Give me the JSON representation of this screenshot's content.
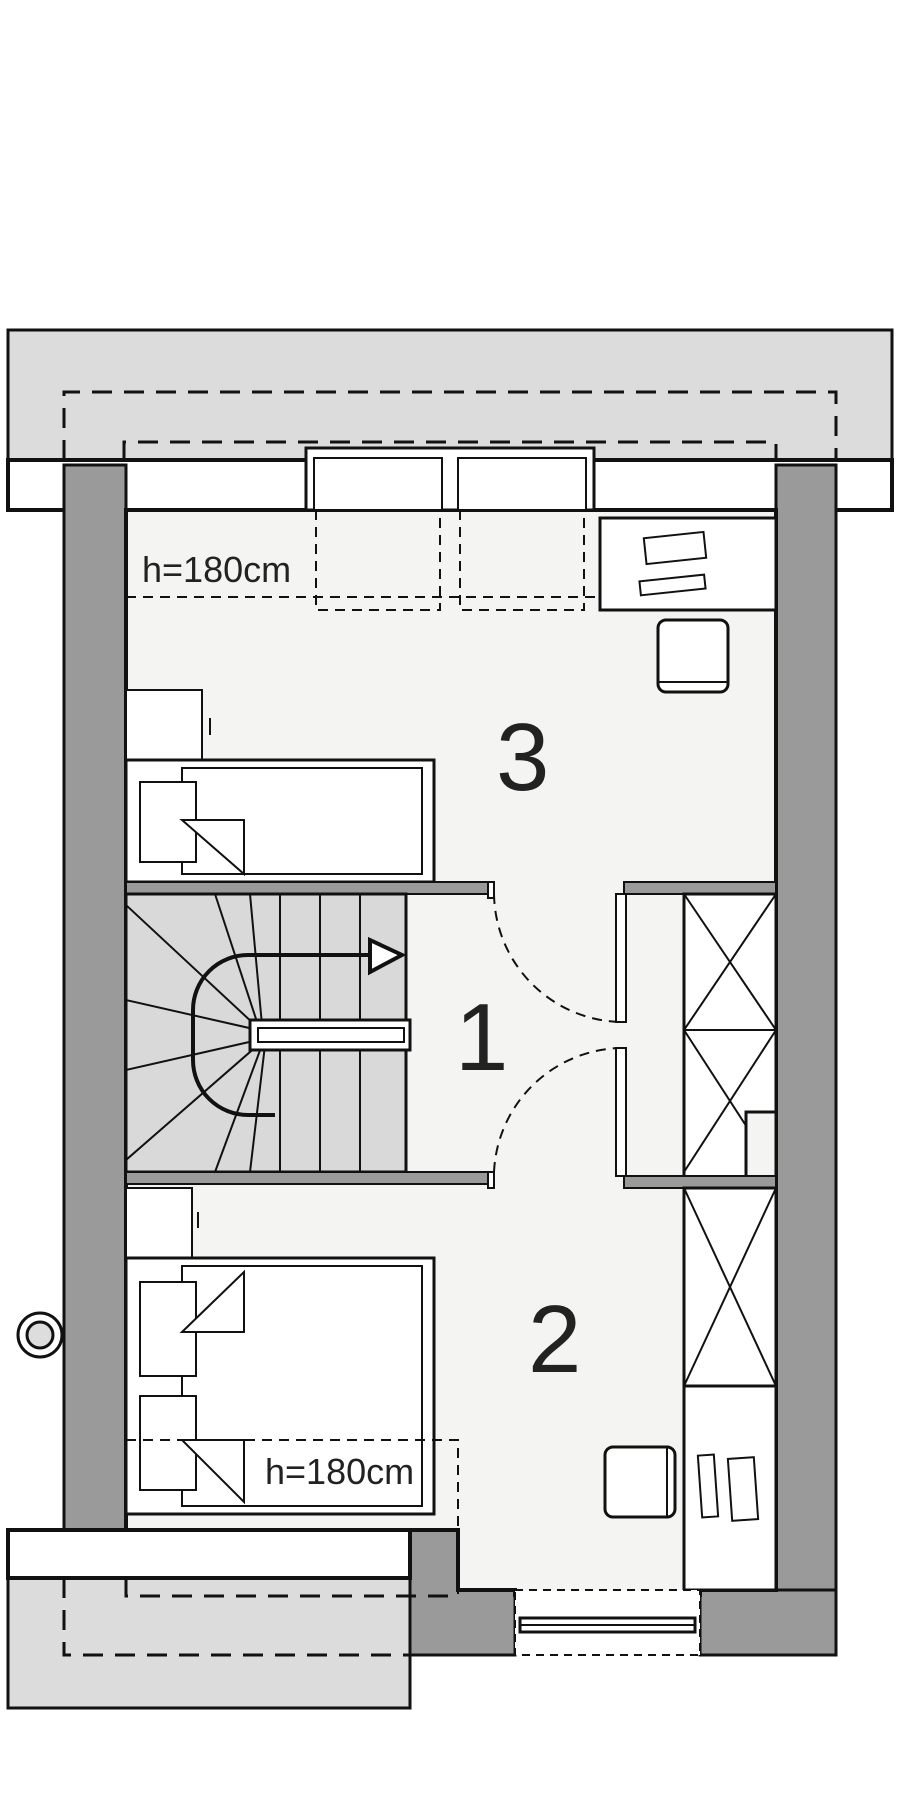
{
  "floor_plan": {
    "rooms": [
      {
        "id": "1",
        "label": "1"
      },
      {
        "id": "2",
        "label": "2"
      },
      {
        "id": "3",
        "label": "3"
      }
    ],
    "height_notes": [
      {
        "id": "top",
        "label": "h=180cm"
      },
      {
        "id": "bottom",
        "label": "h=180cm"
      }
    ]
  },
  "colors": {
    "wall": "#9a9a9a",
    "floor": "#f2f2f2",
    "roof": "#dcdcdc",
    "stair": "#d9d9d9",
    "line": "#111111"
  }
}
